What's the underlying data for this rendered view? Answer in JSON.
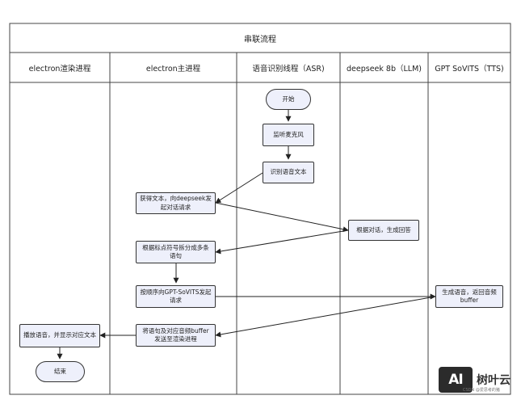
{
  "title": "串联流程",
  "lanes": [
    {
      "label": "electron渲染进程"
    },
    {
      "label": "electron主进程"
    },
    {
      "label": "语音识别线程（ASR)"
    },
    {
      "label": "deepseek 8b（LLM)"
    },
    {
      "label": "GPT SoVITS（TTS)"
    }
  ],
  "nodes": {
    "start": "开始",
    "listen_mic": "监听麦克风",
    "recognize_text": "识别语音文本",
    "get_text_send": "获得文本，向deepseek发起对话请求",
    "generate_answer": "根据对话，生成回答",
    "split_sentences": "根据标点符号拆分成多条语句",
    "send_tts": "按顺序向GPT-SoVITS发起请求",
    "generate_audio": "生成语音，返回音频buffer",
    "send_to_renderer": "将语句及对应音频buffer发送至渲染进程",
    "play_audio": "播放语音，并显示对应文本",
    "end": "结束"
  },
  "watermark": {
    "logo": "AI",
    "text": "树叶云",
    "sub": "CSDN @爱思考的猪"
  },
  "colors": {
    "node_fill": "#eef0fb",
    "border": "#333333"
  }
}
